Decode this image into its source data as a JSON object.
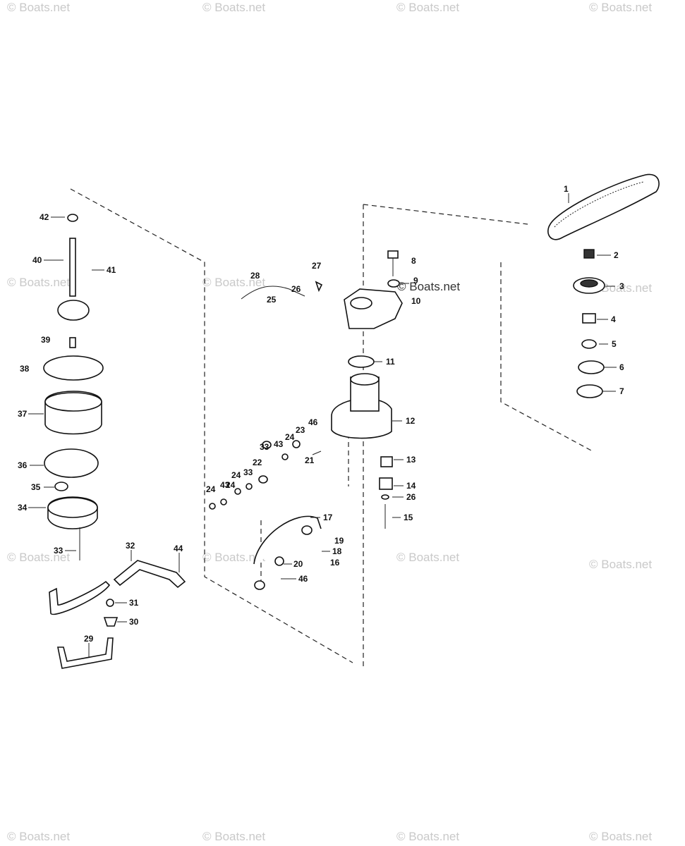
{
  "watermark": "© Boats.net",
  "callouts": [
    "1",
    "2",
    "3",
    "4",
    "5",
    "6",
    "7",
    "8",
    "9",
    "10",
    "11",
    "12",
    "13",
    "14",
    "26",
    "15",
    "17",
    "19",
    "18",
    "16",
    "20",
    "46",
    "21",
    "22",
    "23",
    "24",
    "43",
    "33",
    "24",
    "43",
    "33",
    "24",
    "46",
    "24",
    "25",
    "26",
    "27",
    "28",
    "42",
    "40",
    "41",
    "39",
    "38",
    "37",
    "36",
    "35",
    "34",
    "33",
    "32",
    "44",
    "31",
    "30",
    "29"
  ]
}
